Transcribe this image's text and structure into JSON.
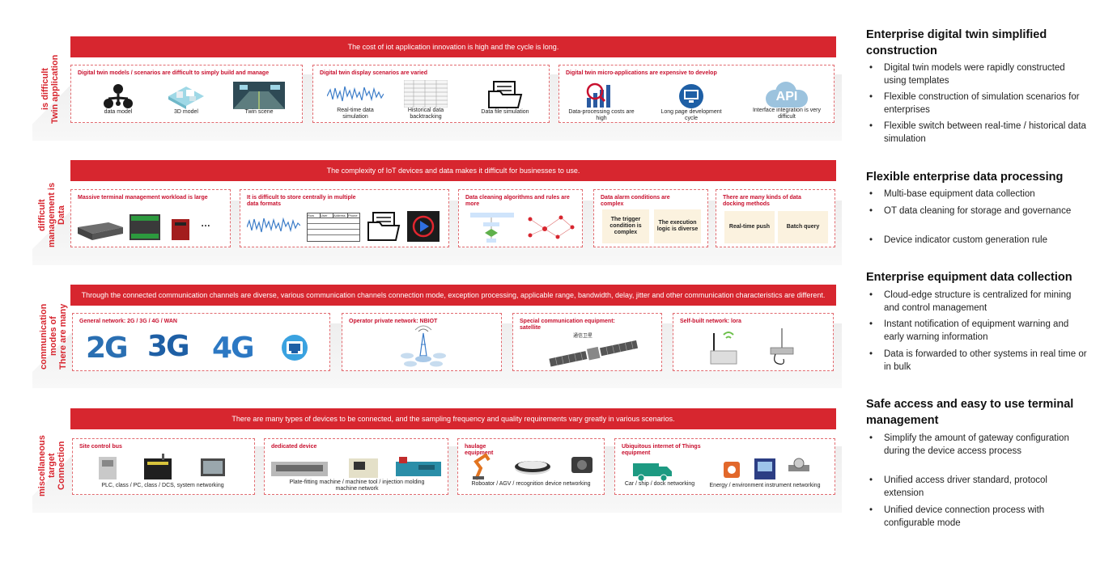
{
  "layers": [
    {
      "side_label": "Twin application is difficult",
      "banner": "The cost of iot application innovation is high and the cycle is long.",
      "cards": [
        {
          "title": "Digital twin models / scenarios are difficult to simply build and manage",
          "items": [
            "data model",
            "3D model",
            "Twin scene"
          ]
        },
        {
          "title": "Digital twin display scenarios are varied",
          "items": [
            "Real-time data simulation",
            "Historical data backtracking",
            "Data file simulation"
          ]
        },
        {
          "title": "Digital twin micro-applications are expensive to develop",
          "items": [
            "Data-processing costs are high",
            "Long page development cycle",
            "Interface integration is very difficult"
          ],
          "api_text": "API"
        }
      ]
    },
    {
      "side_label": "Data management is difficult",
      "banner": "The complexity of IoT devices and data makes it difficult for businesses to use.",
      "cards": [
        {
          "title": "Massive terminal management workload is large",
          "ellipsis": "…"
        },
        {
          "title": "It is difficult to store centrally in multiple data formats",
          "table_headers": [
            "Row",
            "User",
            "Address",
            "Phone"
          ]
        },
        {
          "title": "Data cleaning algorithms and rules are more"
        },
        {
          "title": "Data alarm conditions are complex",
          "chips": [
            "The trigger condition is complex",
            "The execution logic is diverse"
          ]
        },
        {
          "title": "There are many kinds of data docking methods",
          "chips": [
            "Real-time push",
            "Batch query"
          ]
        }
      ]
    },
    {
      "side_label": "There are many modes of communication",
      "banner": "Through the connected communication channels are diverse, various communication channels connection mode, exception processing, applicable range, bandwidth, delay, jitter and other communication characteristics are different.",
      "cards": [
        {
          "title": "General network: 2G / 3G / 4G / WAN",
          "big": [
            "2G",
            "3G",
            "4G"
          ]
        },
        {
          "title": "Operator private network: NBIOT"
        },
        {
          "title": "Special communication equipment: satellite",
          "sat_label": "通信卫星"
        },
        {
          "title": "Self-built network: lora"
        }
      ]
    },
    {
      "side_label": "Connection target miscellaneous",
      "banner": "There are many types of devices to be connected, and the sampling frequency and quality requirements vary greatly in various scenarios.",
      "cards": [
        {
          "title": "Site control bus",
          "caption": "PLC, class / PC, class / DCS, system networking"
        },
        {
          "title": "dedicated device",
          "caption": "Plate-fitting machine / machine tool / injection molding machine network"
        },
        {
          "title": "haulage equipment",
          "caption": "Roboator / AGV / recognition device networking"
        },
        {
          "title": "Ubiquitous internet of Things equipment",
          "captions": [
            "Car / ship / dock networking",
            "Energy / environment instrument networking"
          ]
        }
      ]
    }
  ],
  "right": [
    {
      "title": "Enterprise digital twin simplified construction",
      "bullets": [
        "Digital twin models were rapidly constructed using templates",
        "Flexible construction of simulation scenarios for enterprises",
        "Flexible switch between real-time / historical data simulation"
      ]
    },
    {
      "title": "Flexible enterprise data processing",
      "bullets": [
        "Multi-base equipment data collection",
        "OT data cleaning for storage and governance",
        "Device indicator custom generation rule"
      ]
    },
    {
      "title": "Enterprise equipment data collection",
      "bullets": [
        "Cloud-edge structure is centralized for mining and control management",
        "Instant notification of equipment warning and early warning information",
        "Data is forwarded to other systems in real time or in bulk"
      ]
    },
    {
      "title": "Safe access and easy to use terminal management",
      "bullets": [
        "Simplify the amount of gateway configuration during the device access process",
        "Unified access driver standard, protocol extension",
        "Unified device connection process with configurable mode"
      ]
    }
  ],
  "colors": {
    "accent": "#d7262f",
    "card_border": "#e26b70",
    "chip_bg": "#fbf2df",
    "shelf": "#eeeeee"
  }
}
